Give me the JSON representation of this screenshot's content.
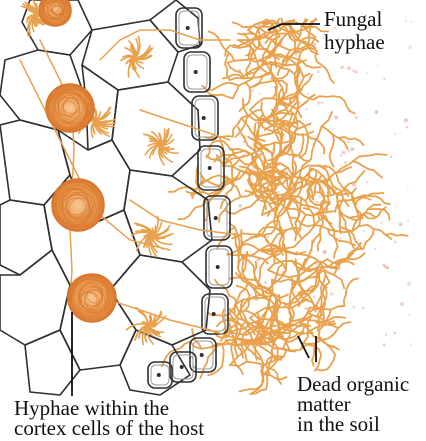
{
  "labels": {
    "fungal_hyphae": [
      "Fungal",
      "hyphae"
    ],
    "dead_organic_matter": [
      "Dead organic",
      "matter",
      "in the soil"
    ],
    "hyphae_within_cortex": [
      "Hyphae within the",
      "cortex cells of the host"
    ]
  },
  "colors": {
    "hyphae": "#e8a14c",
    "hyphae_dark": "#d9772f",
    "cell_wall": "#2f2f2f",
    "cell_wall_inner": "#9a9a9a",
    "soil_speckle": "#e6b0a8",
    "leader": "#111111"
  }
}
